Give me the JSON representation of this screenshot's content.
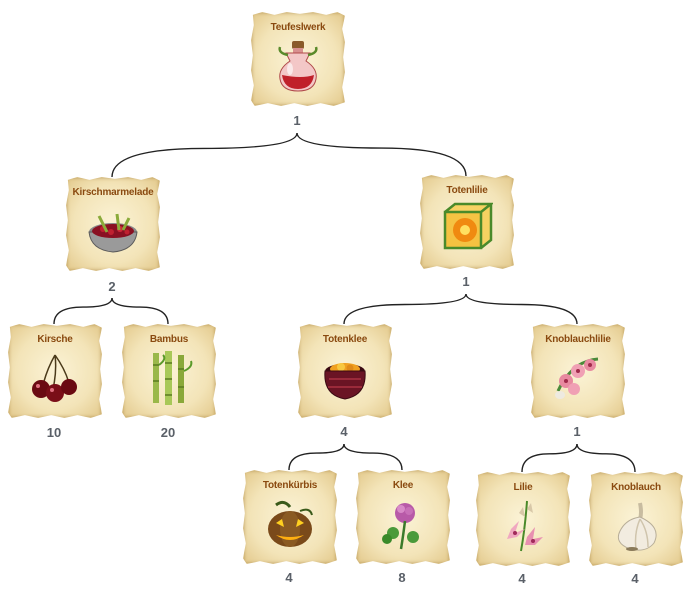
{
  "nodes": [
    {
      "id": "teufelswerk",
      "name": "Teufeslwerk",
      "quantity": "1",
      "icon": "red-potion-flask-icon"
    },
    {
      "id": "kirschmarmelade",
      "name": "Kirschmarmelade",
      "quantity": "2",
      "icon": "cherry-jam-bowl-icon"
    },
    {
      "id": "totenlilie",
      "name": "Totenlilie",
      "quantity": "1",
      "icon": "framed-yellow-lily-icon"
    },
    {
      "id": "kirsche",
      "name": "Kirsche",
      "quantity": "10",
      "icon": "cherries-icon"
    },
    {
      "id": "bambus",
      "name": "Bambus",
      "quantity": "20",
      "icon": "bamboo-icon"
    },
    {
      "id": "totenklee",
      "name": "Totenklee",
      "quantity": "4",
      "icon": "cauldron-icon"
    },
    {
      "id": "knoblauchlilie",
      "name": "Knoblauchlilie",
      "quantity": "1",
      "icon": "pink-lily-wreath-icon"
    },
    {
      "id": "totenkuerbis",
      "name": "Totenkürbis",
      "quantity": "4",
      "icon": "jack-o-lantern-icon"
    },
    {
      "id": "klee",
      "name": "Klee",
      "quantity": "8",
      "icon": "clover-flower-icon"
    },
    {
      "id": "lilie",
      "name": "Lilie",
      "quantity": "4",
      "icon": "lily-flower-icon"
    },
    {
      "id": "knoblauch",
      "name": "Knoblauch",
      "quantity": "4",
      "icon": "garlic-icon"
    }
  ],
  "edges": [
    {
      "from": "teufelswerk",
      "to": "kirschmarmelade"
    },
    {
      "from": "teufelswerk",
      "to": "totenlilie"
    },
    {
      "from": "kirschmarmelade",
      "to": "kirsche"
    },
    {
      "from": "kirschmarmelade",
      "to": "bambus"
    },
    {
      "from": "totenlilie",
      "to": "totenklee"
    },
    {
      "from": "totenlilie",
      "to": "knoblauchlilie"
    },
    {
      "from": "totenklee",
      "to": "totenkuerbis"
    },
    {
      "from": "totenklee",
      "to": "klee"
    },
    {
      "from": "knoblauchlilie",
      "to": "lilie"
    },
    {
      "from": "knoblauchlilie",
      "to": "knoblauch"
    }
  ],
  "colors": {
    "title": "#8a4a10",
    "quantity": "#5a6068",
    "line": "#222222"
  }
}
